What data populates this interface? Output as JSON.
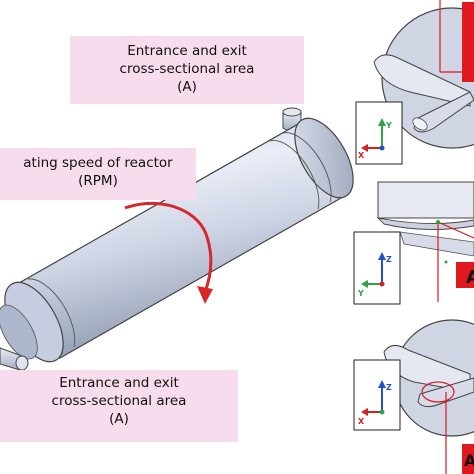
{
  "labels": {
    "top_area": {
      "line1": "Entrance and exit",
      "line2": "cross-sectional area",
      "line3": "(A)"
    },
    "rotation": {
      "line1": "ating speed of reactor",
      "line2": "(RPM)"
    },
    "bottom_area": {
      "line1": "Entrance and exit",
      "line2": "cross-sectional area",
      "line3": "(A)"
    }
  },
  "axes": {
    "view1": {
      "vertical": "Y",
      "horizontal": "X"
    },
    "view2": {
      "vertical": "Z",
      "horizontal": "Y"
    },
    "view3": {
      "vertical": "Z",
      "horizontal": "X"
    }
  },
  "callouts": {
    "middle": "A",
    "bottom": "A"
  },
  "colors": {
    "label_background": "#f6dcec",
    "rotation_arrow": "#d9262a",
    "reactor_body": "#c7cfe2",
    "axis_x": "#d42020",
    "axis_y": "#2ea34a",
    "axis_z": "#1f4fcf",
    "callout_red": "#e0191f"
  }
}
